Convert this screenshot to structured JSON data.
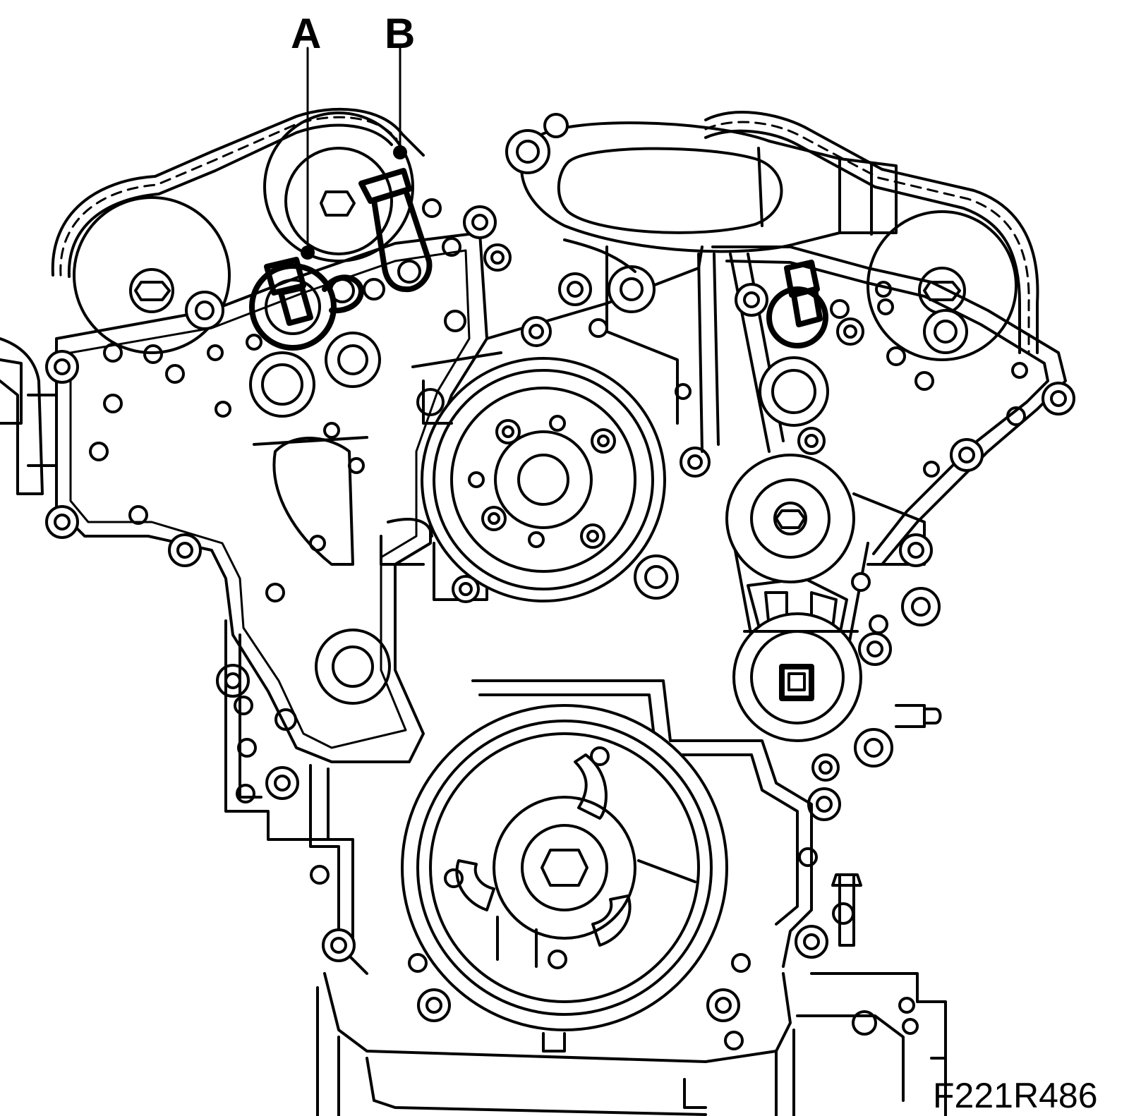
{
  "figure": {
    "callouts": [
      {
        "letter": "A"
      },
      {
        "letter": "B"
      }
    ],
    "figure_code": "F221R486"
  }
}
